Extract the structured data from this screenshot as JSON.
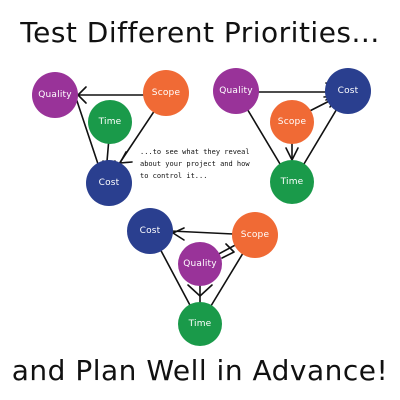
{
  "header": {
    "title": "Test Different Priorities..."
  },
  "footer": {
    "title": "and Plan Well in Advance!"
  },
  "note": {
    "text": "...to see what they reveal about your project and how to control it..."
  },
  "colors": {
    "quality": "#993399",
    "scope": "#f06a35",
    "time": "#1a9a4a",
    "cost": "#2a3f8f",
    "line": "#111111"
  },
  "diagrams": [
    {
      "nodes": [
        {
          "label": "Quality",
          "kind": "quality"
        },
        {
          "label": "Scope",
          "kind": "scope"
        },
        {
          "label": "Time",
          "kind": "time"
        },
        {
          "label": "Cost",
          "kind": "cost"
        }
      ]
    },
    {
      "nodes": [
        {
          "label": "Quality",
          "kind": "quality"
        },
        {
          "label": "Cost",
          "kind": "cost"
        },
        {
          "label": "Scope",
          "kind": "scope"
        },
        {
          "label": "Time",
          "kind": "time"
        }
      ]
    },
    {
      "nodes": [
        {
          "label": "Cost",
          "kind": "cost"
        },
        {
          "label": "Scope",
          "kind": "scope"
        },
        {
          "label": "Quality",
          "kind": "quality"
        },
        {
          "label": "Time",
          "kind": "time"
        }
      ]
    }
  ]
}
